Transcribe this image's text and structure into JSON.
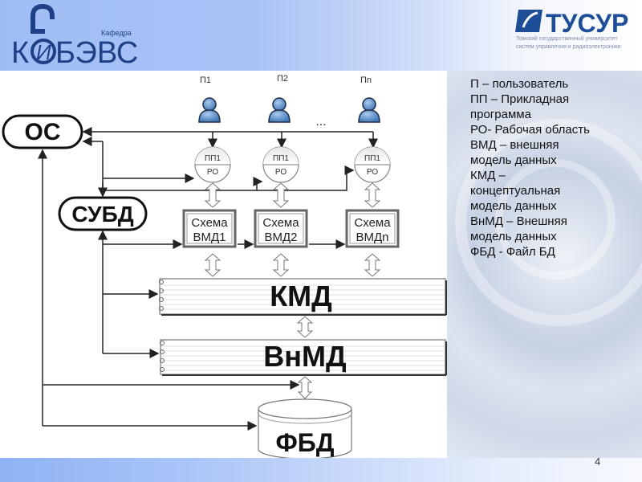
{
  "slide": {
    "page_number": "4",
    "colors": {
      "header_blue": "#9fbdf5",
      "logo_navy": "#1f3f86",
      "user_blue": "#5b8fcb",
      "line": "#222222"
    }
  },
  "logos": {
    "left": {
      "caption": "Кафедра",
      "name": "КИБЭВС"
    },
    "right": {
      "name": "ТУСУР",
      "subtitle_line1": "Томский государственный университет",
      "subtitle_line2": "систем управления и радиоэлектроники"
    }
  },
  "diagram": {
    "nodes": {
      "os": "ОС",
      "dbms": "СУБД",
      "kmd": "КМД",
      "vnmd": "ВнМД",
      "fbd": "ФБД"
    },
    "users": [
      {
        "label": "П1",
        "app_top": "ПП1",
        "app_bottom": "РО",
        "schema_line1": "Схема",
        "schema_line2": "ВМД1"
      },
      {
        "label": "П2",
        "app_top": "ПП1",
        "app_bottom": "РО",
        "schema_line1": "Схема",
        "schema_line2": "ВМД2"
      },
      {
        "label": "Пn",
        "app_top": "ПП1",
        "app_bottom": "РО",
        "schema_line1": "Схема",
        "schema_line2": "ВМДn"
      }
    ],
    "ellipsis": "..."
  },
  "legend": {
    "lines": [
      "П – пользователь",
      "ПП – Прикладная",
      "программа",
      "РО- Рабочая область",
      "ВМД – внешняя",
      "модель данных",
      "КМД –",
      "концептуальная",
      "модель данных",
      "ВнМД – Внешняя",
      "модель данных",
      "ФБД - Файл БД"
    ]
  }
}
